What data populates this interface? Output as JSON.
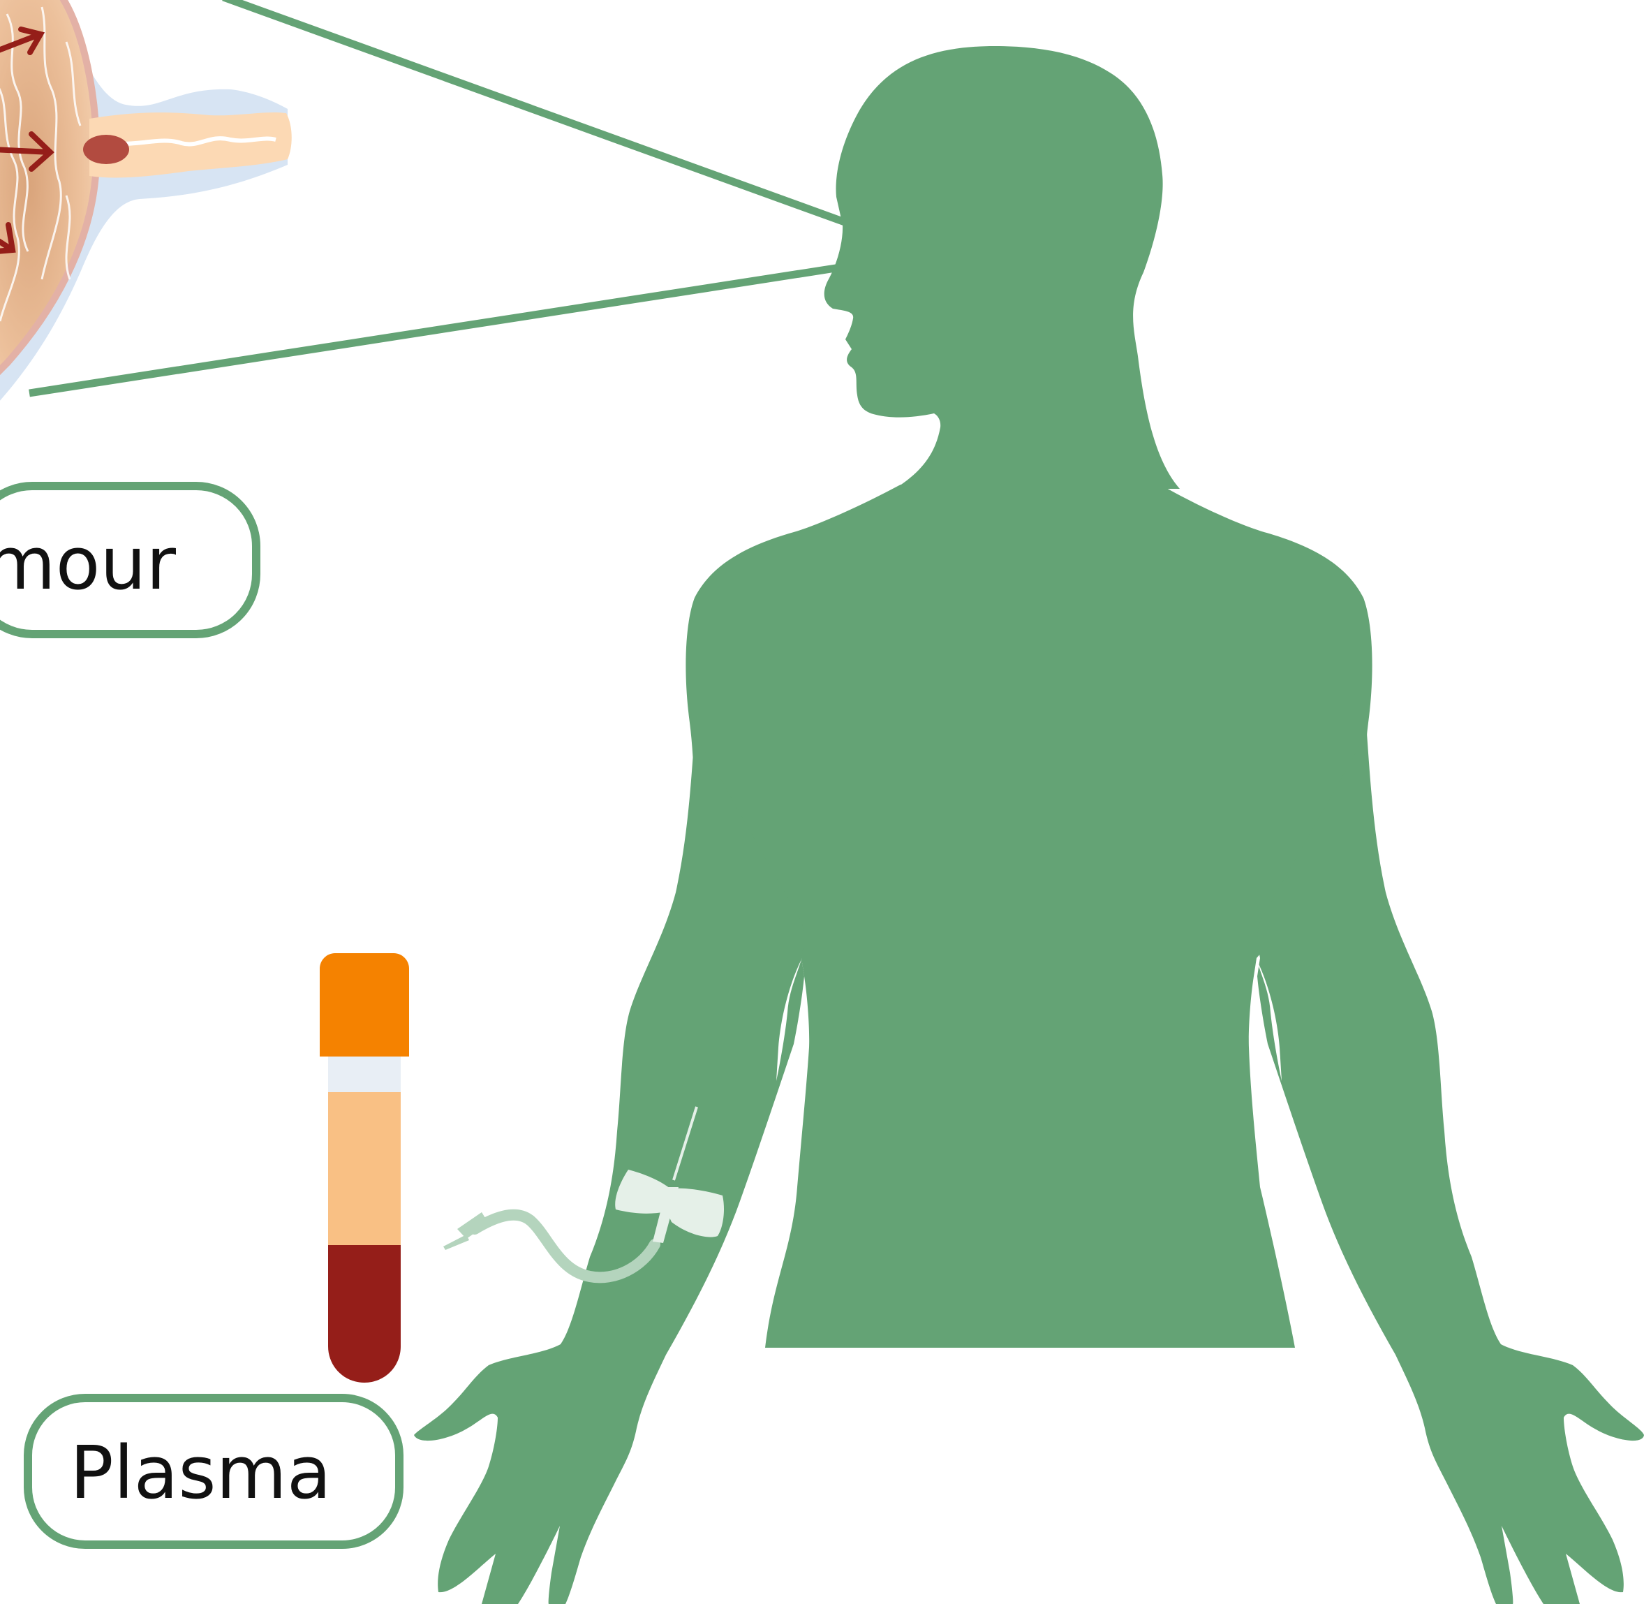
{
  "labels": {
    "tumour": "mour",
    "plasma": "Plasma"
  },
  "colors": {
    "body": "#64a375",
    "label_border": "#64a375",
    "tube_cap": "#f58200",
    "tube_plasma": "#f9c084",
    "tube_blood": "#951e19",
    "tube_buffy": "#e8eef5",
    "tumour_tissue": "#e9b98e",
    "tumour_vessel": "#fcd9b4",
    "tumour_membrane": "#d7e4f3",
    "arrow": "#951e19",
    "needle": "#e5f0e8",
    "tubing": "#b4d4bd"
  },
  "icons": {
    "body": "human-silhouette",
    "tumour": "tumour-cross-section",
    "tube": "blood-collection-tube",
    "needle": "butterfly-needle"
  }
}
